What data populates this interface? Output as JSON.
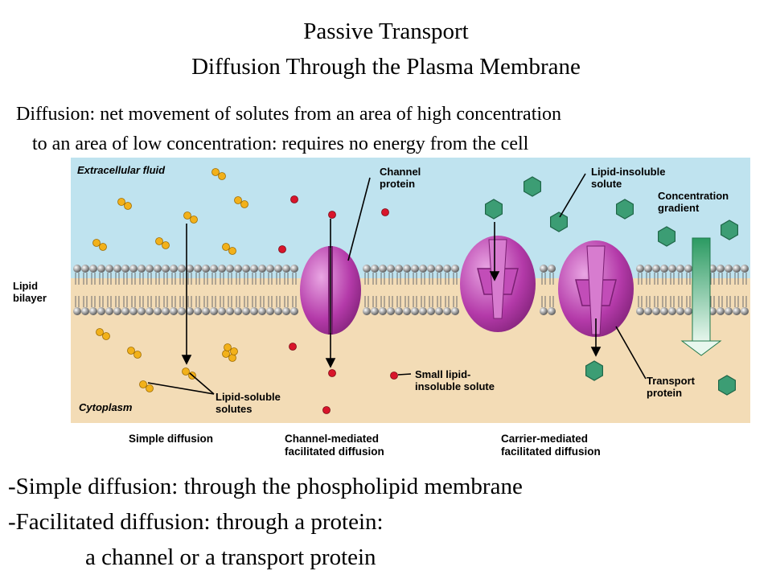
{
  "header": {
    "title": "Passive Transport",
    "subtitle": "Diffusion Through the Plasma Membrane"
  },
  "definition": {
    "line1": "Diffusion: net movement of solutes from an area of high concentration",
    "line2": "to an area of low concentration: requires no energy from the cell"
  },
  "figure": {
    "labels": {
      "extracellular": "Extracellular fluid",
      "cytoplasm": "Cytoplasm",
      "lipid_bilayer": "Lipid bilayer",
      "channel_protein": "Channel protein",
      "lipid_insoluble_solute": "Lipid-insoluble solute",
      "concentration_gradient": "Concentration gradient",
      "lipid_soluble_solutes": "Lipid-soluble solutes",
      "small_lipid_insoluble_solute": "Small lipid-insoluble solute",
      "transport_protein": "Transport protein"
    },
    "captions": {
      "simple": "Simple diffusion",
      "channel_line1": "Channel-mediated",
      "channel_line2": "facilitated diffusion",
      "carrier_line1": "Carrier-mediated",
      "carrier_line2": "facilitated diffusion"
    },
    "colors": {
      "extracellular": "#bfe3ef",
      "cytoplasm": "#f3dcb6",
      "protein": "#b43aa9",
      "lipid_soluble": "#f2b11a",
      "small_solute": "#d8152b",
      "large_solute": "#3c9d74",
      "gradient": "#2b9a62"
    }
  },
  "bullets": {
    "simple": "-Simple diffusion: through the phospholipid membrane",
    "facilitated": "-Facilitated diffusion: through a protein:",
    "facilitated_detail": "a channel or a transport protein"
  }
}
